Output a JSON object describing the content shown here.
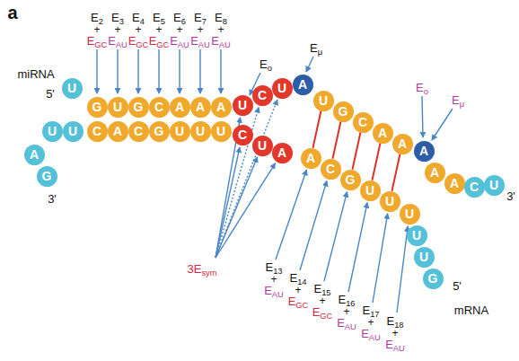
{
  "diagram": {
    "nodes": [
      {
        "text": [
          "U"
        ]
      },
      {
        "text": [
          "G"
        ]
      },
      {
        "text": [
          "U"
        ]
      },
      {
        "text": [
          "G"
        ]
      },
      {
        "text": [
          "C"
        ]
      },
      {
        "text": [
          "A"
        ]
      },
      {
        "text": [
          "A"
        ]
      },
      {
        "text": [
          "A"
        ]
      },
      {
        "text": [
          "U"
        ]
      },
      {
        "text": [
          "C"
        ]
      },
      {
        "text": [
          "U"
        ]
      },
      {
        "text": [
          "A"
        ]
      },
      {
        "text": [
          "U"
        ]
      },
      {
        "text": [
          "G"
        ]
      },
      {
        "text": [
          "C"
        ]
      },
      {
        "text": [
          "A"
        ]
      },
      {
        "text": [
          "A"
        ]
      },
      {
        "text": [
          "A"
        ]
      },
      {
        "text": [
          "A"
        ]
      },
      {
        "text": [
          "A"
        ]
      },
      {
        "text": [
          "C"
        ]
      },
      {
        "text": [
          "U"
        ]
      },
      {
        "text": [
          "A"
        ]
      },
      {
        "text": [
          "G"
        ]
      },
      {
        "text": [
          "U"
        ]
      },
      {
        "text": [
          "U"
        ]
      },
      {
        "text": [
          "C"
        ]
      },
      {
        "text": [
          "A"
        ]
      },
      {
        "text": [
          "C"
        ]
      },
      {
        "text": [
          "G"
        ]
      },
      {
        "text": [
          "U"
        ]
      },
      {
        "text": [
          "U"
        ]
      },
      {
        "text": [
          "U"
        ]
      },
      {
        "text": [
          "C"
        ]
      },
      {
        "text": [
          "U"
        ]
      },
      {
        "text": [
          "A"
        ]
      },
      {
        "text": [
          "A"
        ]
      },
      {
        "text": [
          "C"
        ]
      },
      {
        "text": [
          "G"
        ]
      },
      {
        "text": [
          "U"
        ]
      },
      {
        "text": [
          "U"
        ]
      },
      {
        "text": [
          "U"
        ]
      },
      {
        "text": [
          "U"
        ]
      },
      {
        "text": [
          "U"
        ]
      },
      {
        "text": [
          "G"
        ]
      }
    ],
    "edges": [
      {
        "from": 12,
        "to": 36,
        "arrow": "none"
      },
      {
        "from": 13,
        "to": 37,
        "arrow": "none"
      },
      {
        "from": 14,
        "to": 38,
        "arrow": "none"
      },
      {
        "from": 15,
        "to": 39,
        "arrow": "none"
      },
      {
        "from": 16,
        "to": 40,
        "arrow": "none"
      }
    ],
    "labels": [
      "a",
      "miRNA",
      "5'",
      "3'",
      "3'",
      "5'",
      "mRNA",
      "E2",
      "E3",
      "E4",
      "E5",
      "E6",
      "E7",
      "E8",
      "+",
      "+",
      "+",
      "+",
      "+",
      "+",
      "+",
      "EGC",
      "EAU",
      "EGC",
      "EGC",
      "EAU",
      "EAU",
      "EAU",
      "E13",
      "E14",
      "E15",
      "E16",
      "E17",
      "E18",
      "+",
      "+",
      "+",
      "+",
      "+",
      "+",
      "EAU",
      "EGC",
      "EGC",
      "EAU",
      "EAU",
      "EAU",
      "3Esym",
      "Eo",
      "Eμ",
      "Eo",
      "Eμ"
    ]
  }
}
